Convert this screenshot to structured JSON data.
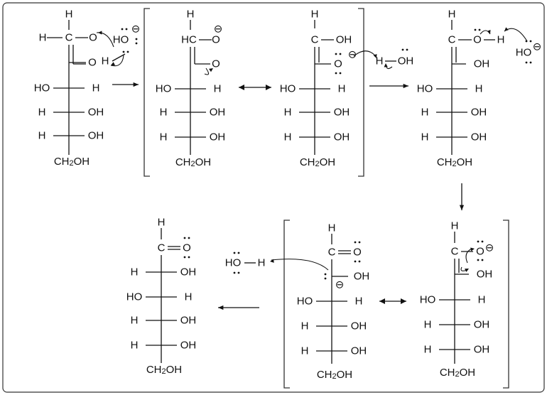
{
  "labels": {
    "h": "H",
    "hc": "HC",
    "o": "O",
    "c": "C",
    "ho": "HO",
    "oh": "OH",
    "ch2oh": "CH2OH",
    "minus": "⊖"
  }
}
